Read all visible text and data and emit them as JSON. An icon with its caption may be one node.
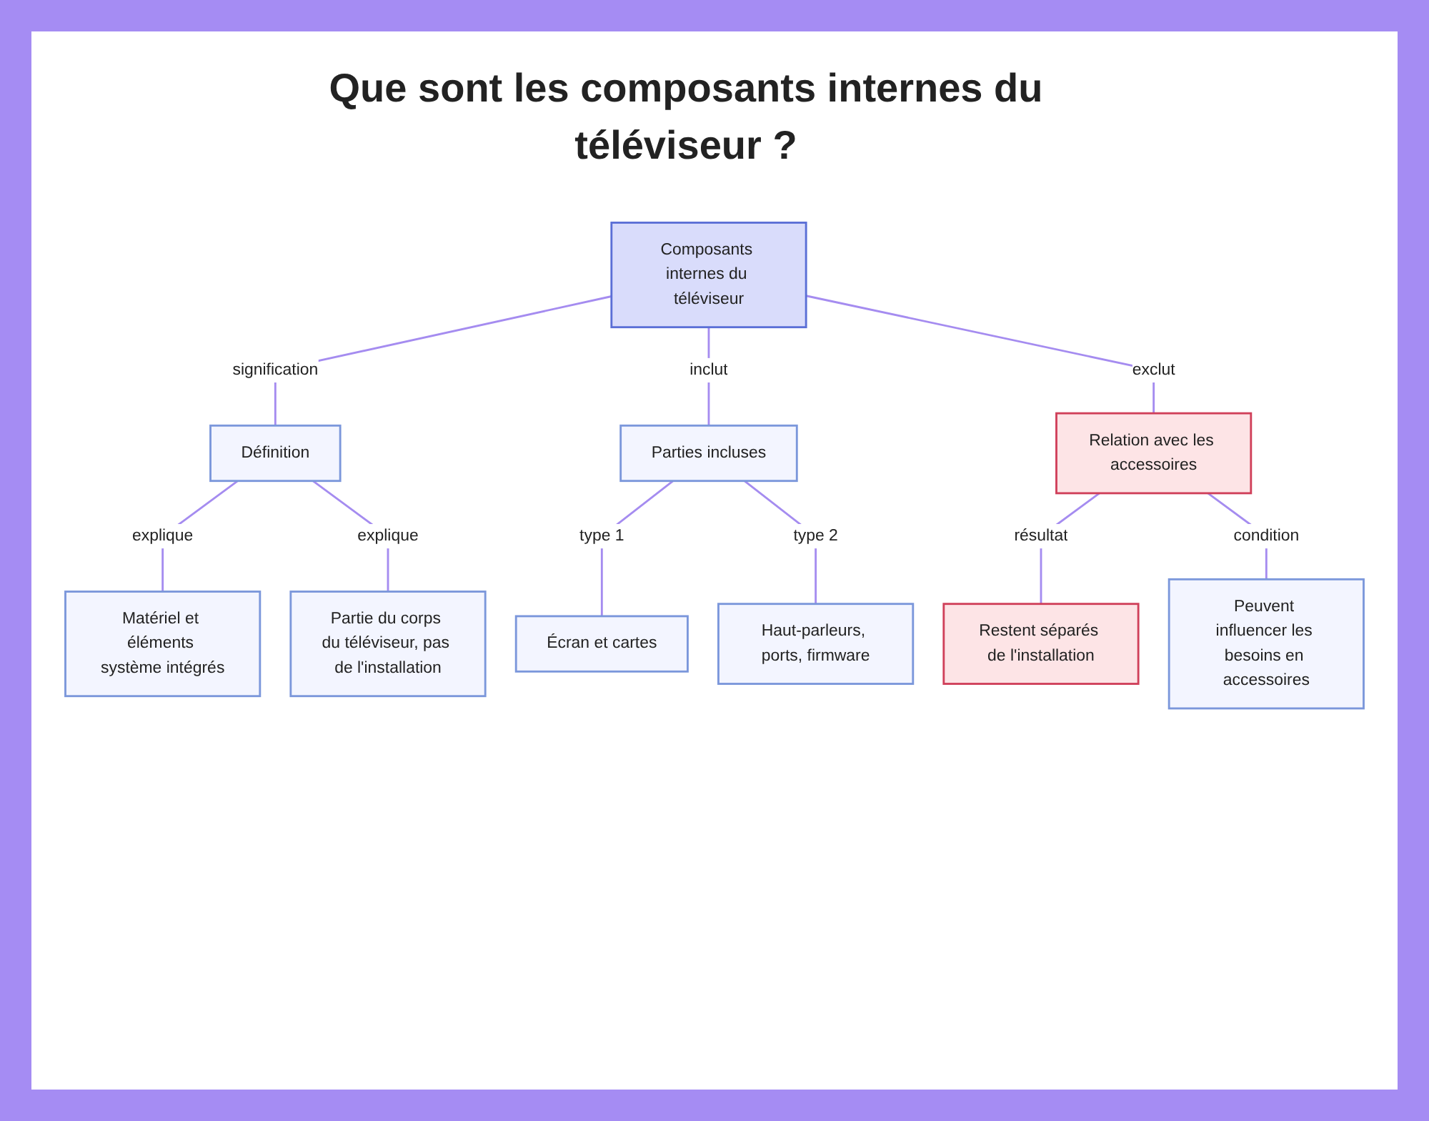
{
  "diagram": {
    "title": "Que sont les composants internes du téléviseur ?",
    "nodes": [
      {
        "text": [
          "Composants internes du téléviseur"
        ]
      },
      {
        "text": [
          "Définition"
        ]
      },
      {
        "text": [
          "Parties incluses"
        ]
      },
      {
        "text": [
          "Relation avec les accessoires"
        ]
      },
      {
        "text": [
          "Matériel et éléments système intégrés"
        ]
      },
      {
        "text": [
          "Partie du corps du téléviseur, pas de l'installation"
        ]
      },
      {
        "text": [
          "Écran et cartes"
        ]
      },
      {
        "text": [
          "Haut-parleurs, ports, firmware"
        ]
      },
      {
        "text": [
          "Restent séparés de l'installation"
        ]
      },
      {
        "text": [
          "Peuvent influencer les besoins en accessoires"
        ]
      }
    ],
    "edges": [
      {
        "from": 0,
        "to": 1,
        "arrow": "none",
        "label": "signification"
      },
      {
        "from": 0,
        "to": 2,
        "arrow": "none",
        "label": "inclut"
      },
      {
        "from": 0,
        "to": 3,
        "arrow": "none",
        "label": "exclut"
      },
      {
        "from": 1,
        "to": 4,
        "arrow": "none",
        "label": "explique"
      },
      {
        "from": 1,
        "to": 5,
        "arrow": "none",
        "label": "explique"
      },
      {
        "from": 2,
        "to": 6,
        "arrow": "none",
        "label": "type 1"
      },
      {
        "from": 2,
        "to": 7,
        "arrow": "none",
        "label": "type 2"
      },
      {
        "from": 3,
        "to": 8,
        "arrow": "none",
        "label": "résultat"
      },
      {
        "from": 3,
        "to": 9,
        "arrow": "none",
        "label": "condition"
      }
    ]
  }
}
